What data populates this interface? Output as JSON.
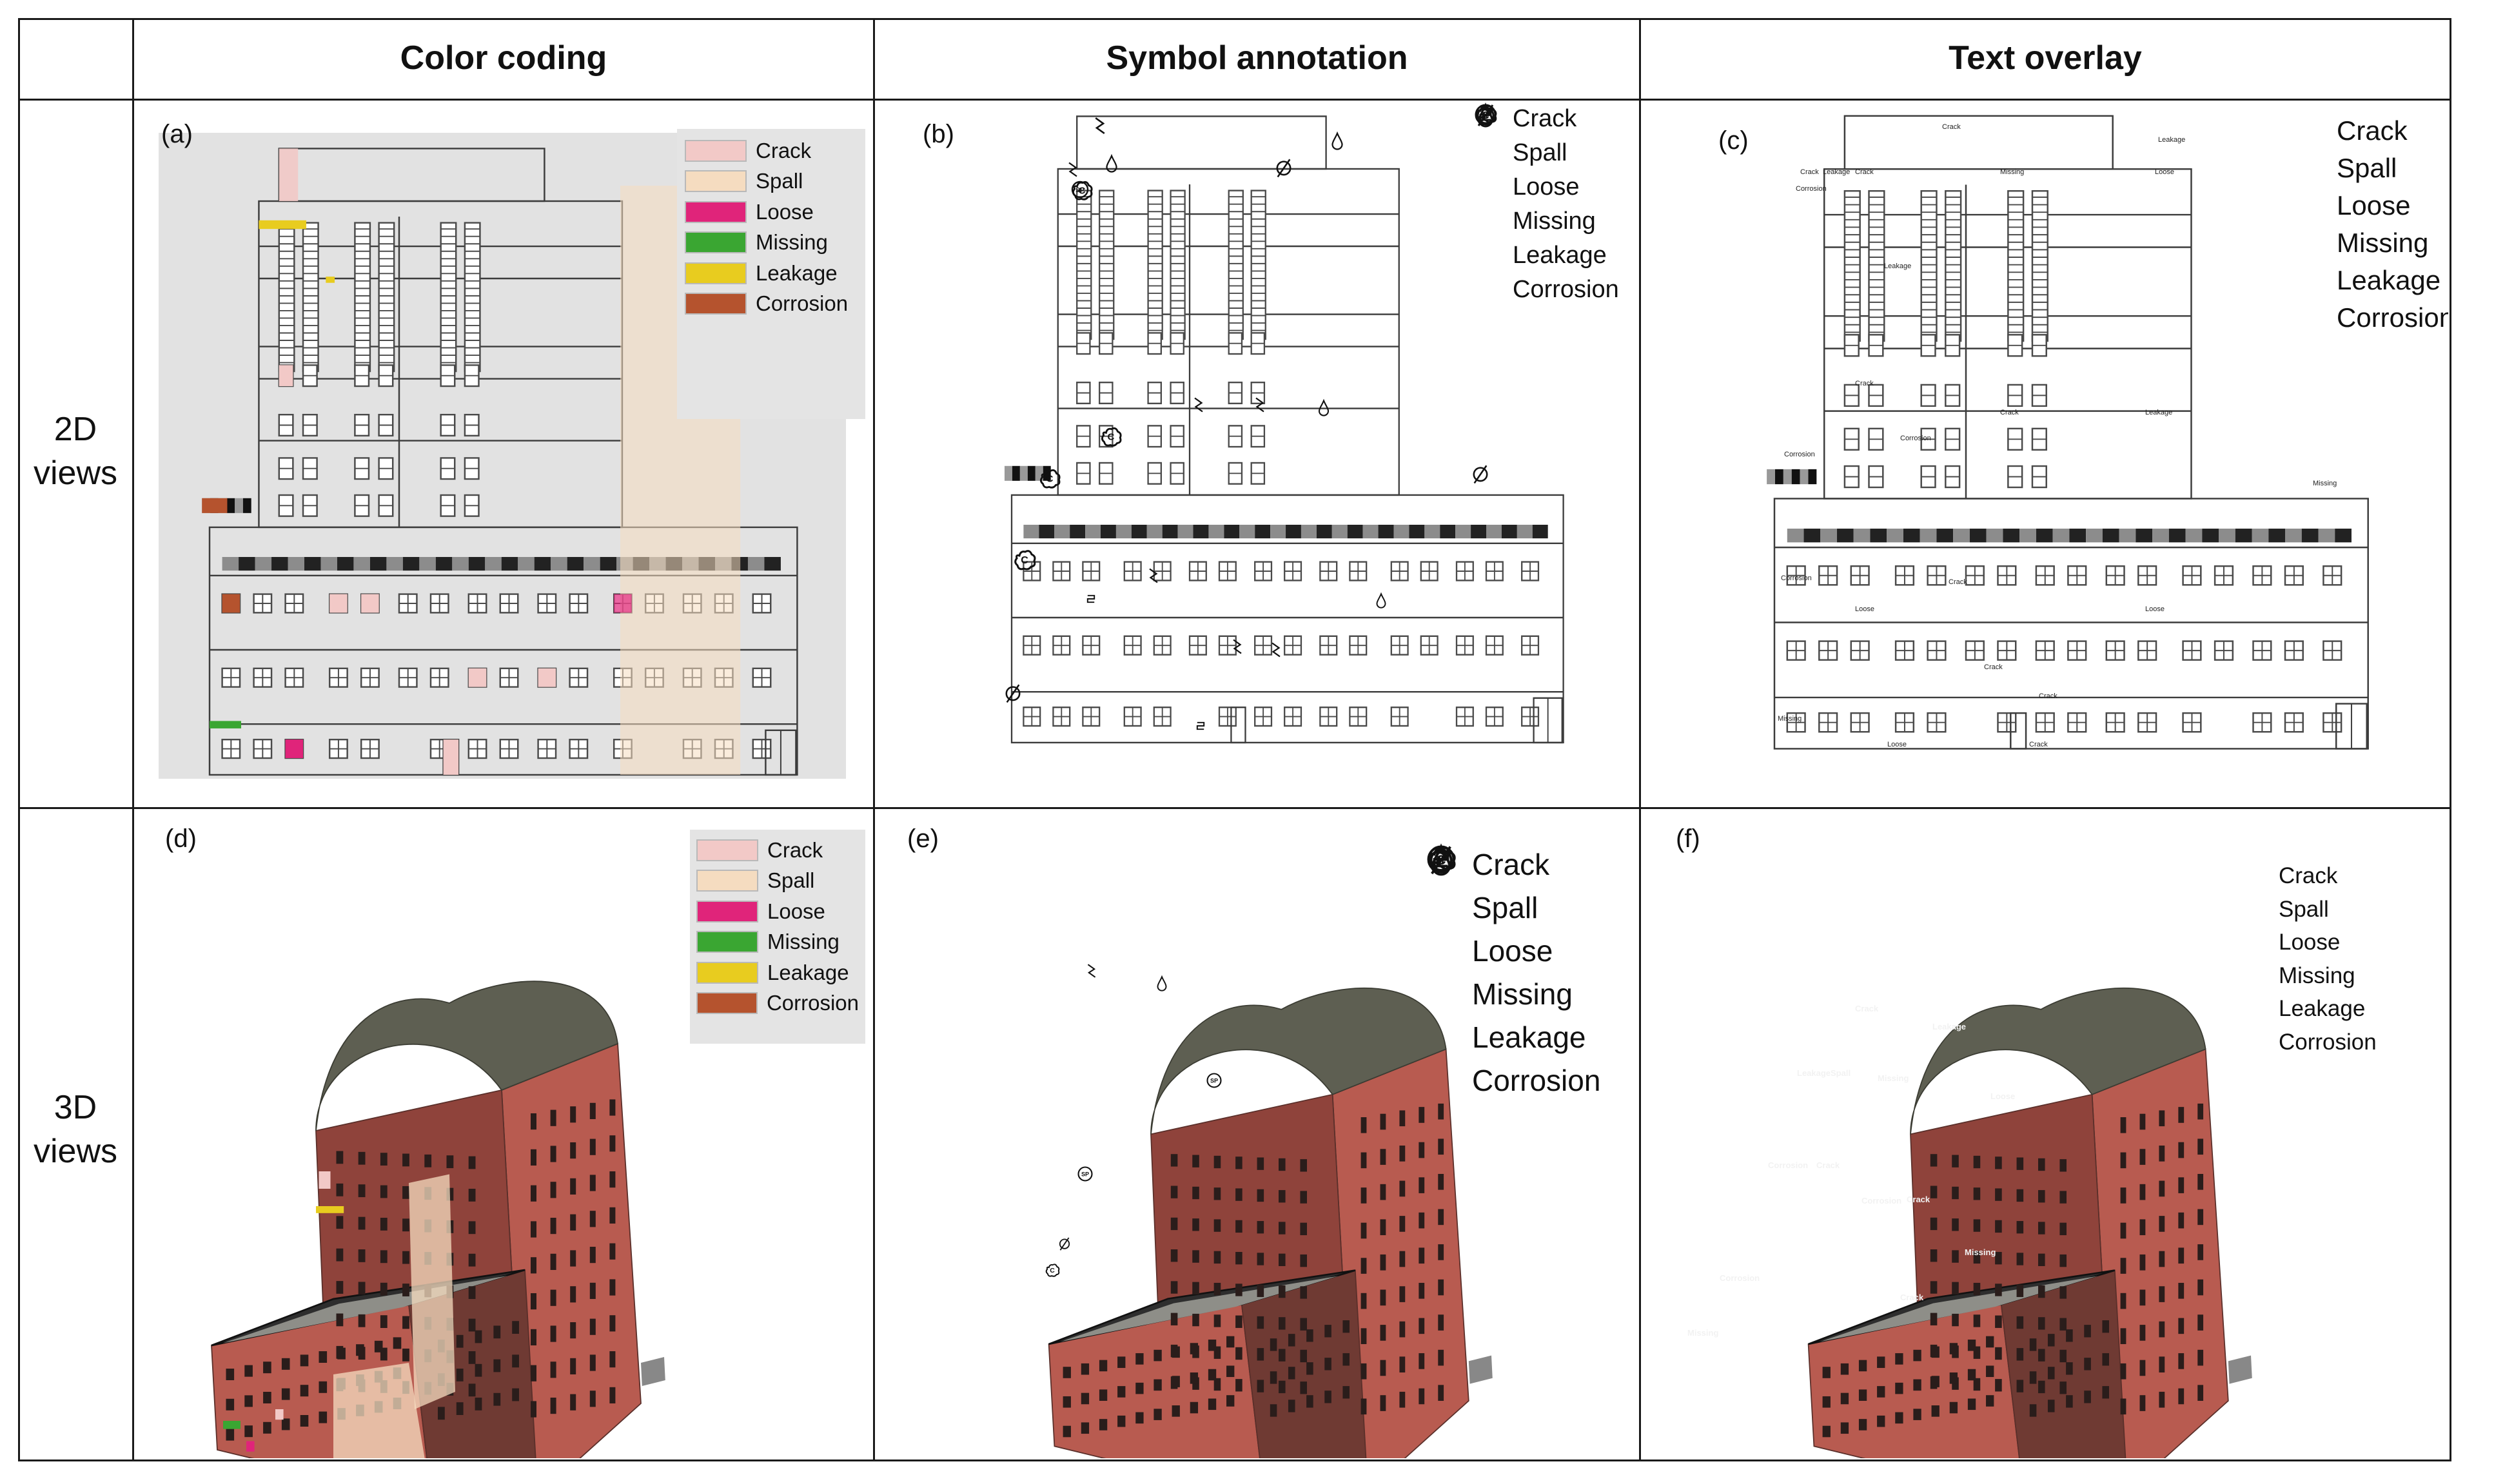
{
  "columns": {
    "color_coding": "Color coding",
    "symbol_annotation": "Symbol annotation",
    "text_overlay": "Text overlay"
  },
  "rows": {
    "two_d": [
      "2D",
      "views"
    ],
    "three_d": [
      "3D",
      "views"
    ]
  },
  "panel_letters": {
    "a": "(a)",
    "b": "(b)",
    "c": "(c)",
    "d": "(d)",
    "e": "(e)",
    "f": "(f)"
  },
  "legend": {
    "items": [
      "Crack",
      "Spall",
      "Loose",
      "Missing",
      "Leakage",
      "Corrosion"
    ],
    "colors": {
      "crack": "#f2c9c7",
      "spall": "#f5dcc0",
      "loose": "#e0247a",
      "missing": "#3aa632",
      "leakage": "#e8cc1f",
      "corrosion": "#b5532e"
    },
    "symbols": {
      "crack": "zigzag-icon",
      "spall": "sp-circle-icon",
      "loose": "bracket-icon",
      "missing": "slashed-circle-icon",
      "leakage": "droplet-icon",
      "corrosion": "c-cloud-icon"
    },
    "spall_symbol_text": "SP",
    "corrosion_symbol_text": "C"
  },
  "overlay_labels_2d": {
    "top": [
      "Crack",
      "Leakage"
    ],
    "roof_row": [
      "Crack",
      "Leakage",
      "Crack",
      "Missing",
      "Loose"
    ],
    "corrosion_1": "Corrosion",
    "leakage_1": "Leakage",
    "crack_1": "Crack",
    "crack_2": "Crack",
    "leakage_2": "Leakage",
    "corrosion_2": "Corrosion",
    "corrosion_3": "Corrosion",
    "missing_1": "Missing",
    "corrosion_4": "Corrosion",
    "crack_3": "Crack",
    "loose_1": "Loose",
    "loose_2": "Loose",
    "crack_4": "Crack",
    "crack_5": "Crack",
    "missing_2": "Missing",
    "loose_3": "Loose",
    "crack_6": "Crack"
  },
  "overlay_labels_3d": {
    "crack_1": "Crack",
    "leakage_1": "Leakage",
    "leakage_2": "Leakage",
    "spall_1": "Spall",
    "missing_1": "Missing",
    "loose_1": "Loose",
    "corrosion_1": "Corrosion",
    "crack_2": "Crack",
    "corrosion_2": "Corrosion",
    "crack_3": "Crack",
    "missing_2": "Missing",
    "corrosion_3": "Corrosion",
    "missing_3": "Missing",
    "crack_4": "Crack"
  }
}
